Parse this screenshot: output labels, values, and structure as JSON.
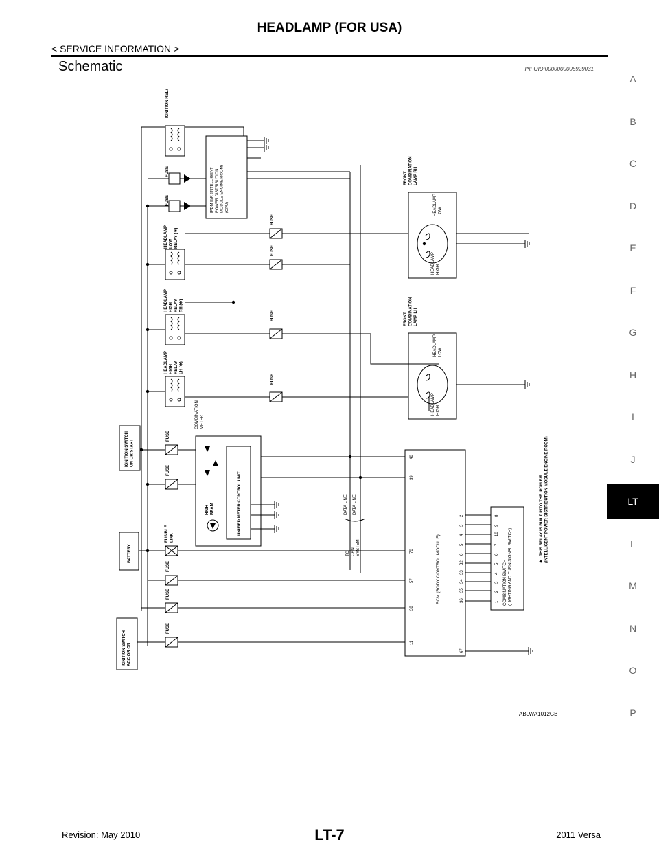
{
  "header": {
    "title": "HEADLAMP (FOR USA)",
    "subtitle": "< SERVICE INFORMATION >",
    "section_title": "Schematic",
    "info_id": "INFOID:0000000005929031"
  },
  "side_tabs": [
    "A",
    "B",
    "C",
    "D",
    "E",
    "F",
    "G",
    "H",
    "I",
    "J",
    "LT",
    "L",
    "M",
    "N",
    "O",
    "P"
  ],
  "active_tab": "LT",
  "diagram": {
    "figure_id": "ABLWA1012GB",
    "labels": {
      "ignition_relay": "IGNITION RELAY (✱)",
      "ipdm": [
        "IPDM E/R (INTELLIGENT",
        "POWER DISTRIBUTION",
        "MODULE ENGINE ROOM)",
        "(CPU)"
      ],
      "hl_low_relay": [
        "HEADLAMP",
        "LOW",
        "RELAY (✱)"
      ],
      "hl_high_relay_rh": [
        "HEADLAMP",
        "HIGH",
        "RELAY",
        "RH (✱)"
      ],
      "hl_high_relay_lh": [
        "HEADLAMP",
        "HIGH",
        "RELAY",
        "LH (✱)"
      ],
      "front_comb_rh": [
        "FRONT",
        "COMBINATION",
        "LAMP RH"
      ],
      "front_comb_lh": [
        "FRONT",
        "COMBINATION",
        "LAMP LH"
      ],
      "headlamp_low": [
        "HEADLAMP",
        "LOW"
      ],
      "headlamp_high": [
        "HEADLAMP",
        "HIGH"
      ],
      "combination_meter": [
        "COMBINATION",
        "METER"
      ],
      "unified_meter": "UNIFIED METER CONTROL UNIT",
      "high_beam": [
        "HIGH",
        "BEAM"
      ],
      "ign_on_start": [
        "IGNITION SWITCH",
        "ON OR START"
      ],
      "battery": "BATTERY",
      "ign_acc_on": [
        "IGNITION SWITCH",
        "ACC OR ON"
      ],
      "fusible_link": [
        "FUSIBLE",
        "LINK"
      ],
      "fuse": "FUSE",
      "data_line": "DATA LINE",
      "to_can": [
        "TO",
        "CAN",
        "SYSTEM"
      ],
      "bcm": "BCM (BODY CONTROL MODULE)",
      "combination_switch": [
        "COMBINATION SWITCH",
        "(LIGHTING AND TURN SIGNAL SWITCH)"
      ],
      "note": [
        "✱ : THIS RELAY IS BUILT INTO THE IPDM E/R",
        "(INTELLIGENT POWER DISTRIBUTION MODULE ENGINE ROOM)"
      ]
    },
    "bcm_pins_top": [
      "11",
      "38",
      "57",
      "70",
      "39",
      "40"
    ],
    "bcm_pins_bottom": [
      "67",
      "36",
      "35",
      "34",
      "33",
      "32",
      "6",
      "5",
      "4",
      "3",
      "2"
    ],
    "switch_pins_top": [
      "1",
      "2",
      "3",
      "4",
      "5",
      "6",
      "7",
      "10",
      "9",
      "8"
    ]
  },
  "footer": {
    "revision": "Revision: May 2010",
    "page": "LT-7",
    "model": "2011 Versa"
  }
}
